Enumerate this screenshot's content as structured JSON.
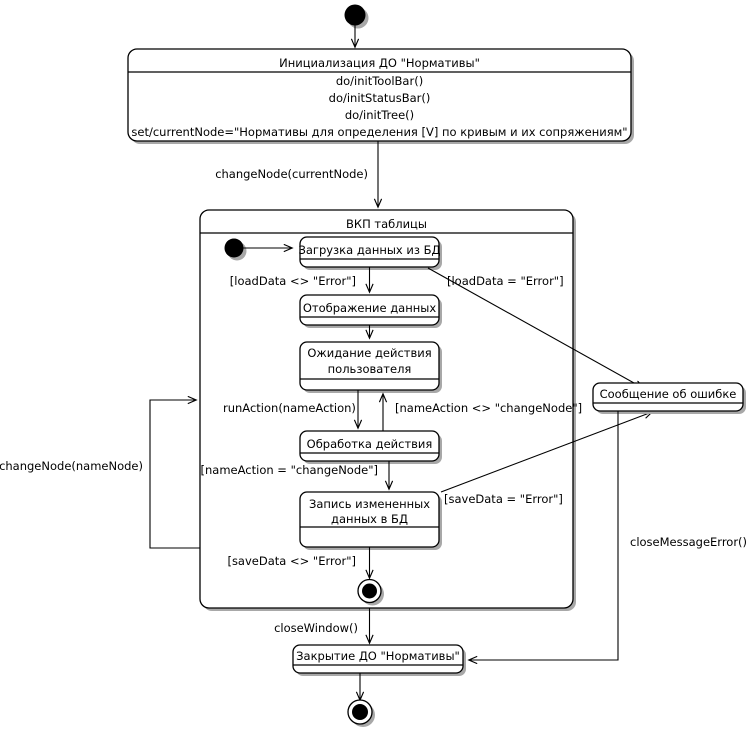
{
  "diagram": {
    "type": "uml-state-machine",
    "title": "",
    "language": "ru",
    "nodes": {
      "start": {
        "name": "initial-state",
        "label": ""
      },
      "init": {
        "name": "state-initialization",
        "title": "Инициализация ДО \"Нормативы\"",
        "actions": [
          "do/initToolBar()",
          "do/initStatusBar()",
          "do/initTree()",
          "set/currentNode=\"Нормативы для определения [V] по кривым и их сопряжениям\""
        ]
      },
      "composite": {
        "name": "composite-state-table",
        "title": "ВКП таблицы"
      },
      "load": {
        "name": "state-load-data",
        "title": "Загрузка данных из БД"
      },
      "display": {
        "name": "state-display-data",
        "title": "Отображение данных"
      },
      "wait": {
        "name": "state-wait-user-action",
        "title": "Ожидание действия пользователя"
      },
      "process": {
        "name": "state-process-action",
        "title": "Обработка действия"
      },
      "save": {
        "name": "state-save-data",
        "title": "Запись измененных данных в БД"
      },
      "error": {
        "name": "state-error-message",
        "title": "Сообщение об ошибке"
      },
      "close": {
        "name": "state-close",
        "title": "Закрытие ДО \"Нормативы\""
      },
      "innerFinal": {
        "name": "inner-final-state",
        "label": ""
      },
      "outerFinal": {
        "name": "final-state",
        "label": ""
      }
    },
    "transitions": [
      {
        "id": "t1",
        "from": "start",
        "to": "init",
        "label": ""
      },
      {
        "id": "t2",
        "from": "init",
        "to": "composite",
        "label": "changeNode(currentNode)"
      },
      {
        "id": "t3",
        "from": "start-inner",
        "to": "load",
        "label": ""
      },
      {
        "id": "t4",
        "from": "load",
        "to": "display",
        "label": "[loadData <> \"Error\"]"
      },
      {
        "id": "t5",
        "from": "load",
        "to": "error",
        "label": "[loadData = \"Error\"]"
      },
      {
        "id": "t6",
        "from": "display",
        "to": "wait",
        "label": ""
      },
      {
        "id": "t7",
        "from": "wait",
        "to": "process",
        "label": "runAction(nameAction)"
      },
      {
        "id": "t8",
        "from": "process",
        "to": "wait",
        "label": "[nameAction <> \"changeNode\"]"
      },
      {
        "id": "t9",
        "from": "process",
        "to": "save",
        "label": "[nameAction = \"changeNode\"]"
      },
      {
        "id": "t10",
        "from": "save",
        "to": "error",
        "label": "[saveData = \"Error\"]"
      },
      {
        "id": "t11",
        "from": "save",
        "to": "innerFinal",
        "label": "[saveData <> \"Error\"]"
      },
      {
        "id": "t12",
        "from": "composite",
        "to": "composite",
        "label": "changeNode(nameNode)"
      },
      {
        "id": "t13",
        "from": "composite",
        "to": "close",
        "label": "closeWindow()"
      },
      {
        "id": "t14",
        "from": "error",
        "to": "close",
        "label": "closeMessageError()"
      },
      {
        "id": "t15",
        "from": "close",
        "to": "outerFinal",
        "label": ""
      }
    ],
    "colors": {
      "stroke": "#000000",
      "fill": "#ffffff",
      "shadow": "#a8a8a8",
      "background": "#ffffff"
    }
  }
}
